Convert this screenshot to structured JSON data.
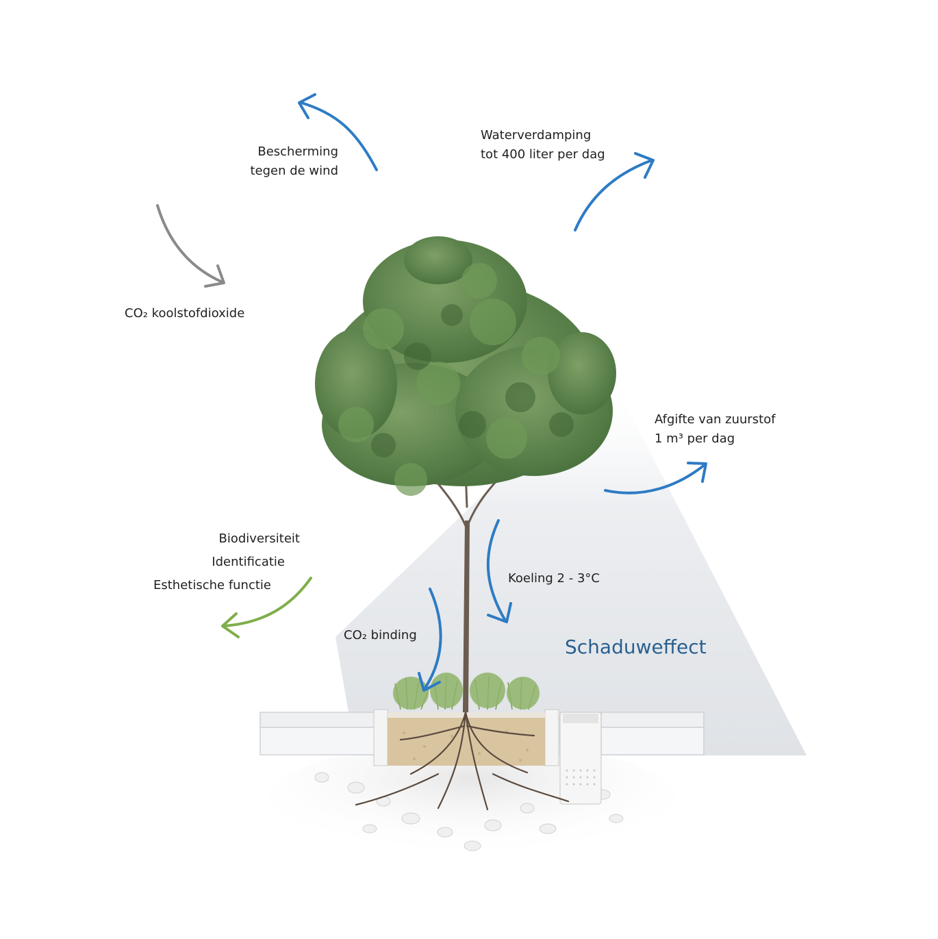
{
  "labels": {
    "wind": {
      "line1": "Bescherming",
      "line2": "tegen de wind"
    },
    "water": {
      "line1": "Waterverdamping",
      "line2": "tot 400 liter per dag"
    },
    "co2": "CO₂ koolstofdioxide",
    "oxygen": {
      "line1": "Afgifte van zuurstof",
      "line2": "1 m³ per dag"
    },
    "functions": [
      "Biodiversiteit",
      "Identificatie",
      "Esthetische functie"
    ],
    "cooling": "Koeling 2 - 3°C",
    "co2_binding": "CO₂ binding",
    "shade": "Schaduweffect"
  },
  "colors": {
    "blue_arrow": "#2e7bc4",
    "grey_arrow": "#8a8a8a",
    "green_arrow": "#7fae4a",
    "shade_text": "#2a5f8f",
    "foliage": "#5f8a4c",
    "soil": "#d9c4a0"
  },
  "icons": {
    "wind": "curved-arrow-up-left",
    "water": "curved-arrow-up-right",
    "co2": "curved-arrow-down-right",
    "oxygen": "curved-arrow-right",
    "functions": "curved-arrow-down-left",
    "cooling": "curved-arrow-down",
    "co2_binding": "curved-arrow-down"
  }
}
